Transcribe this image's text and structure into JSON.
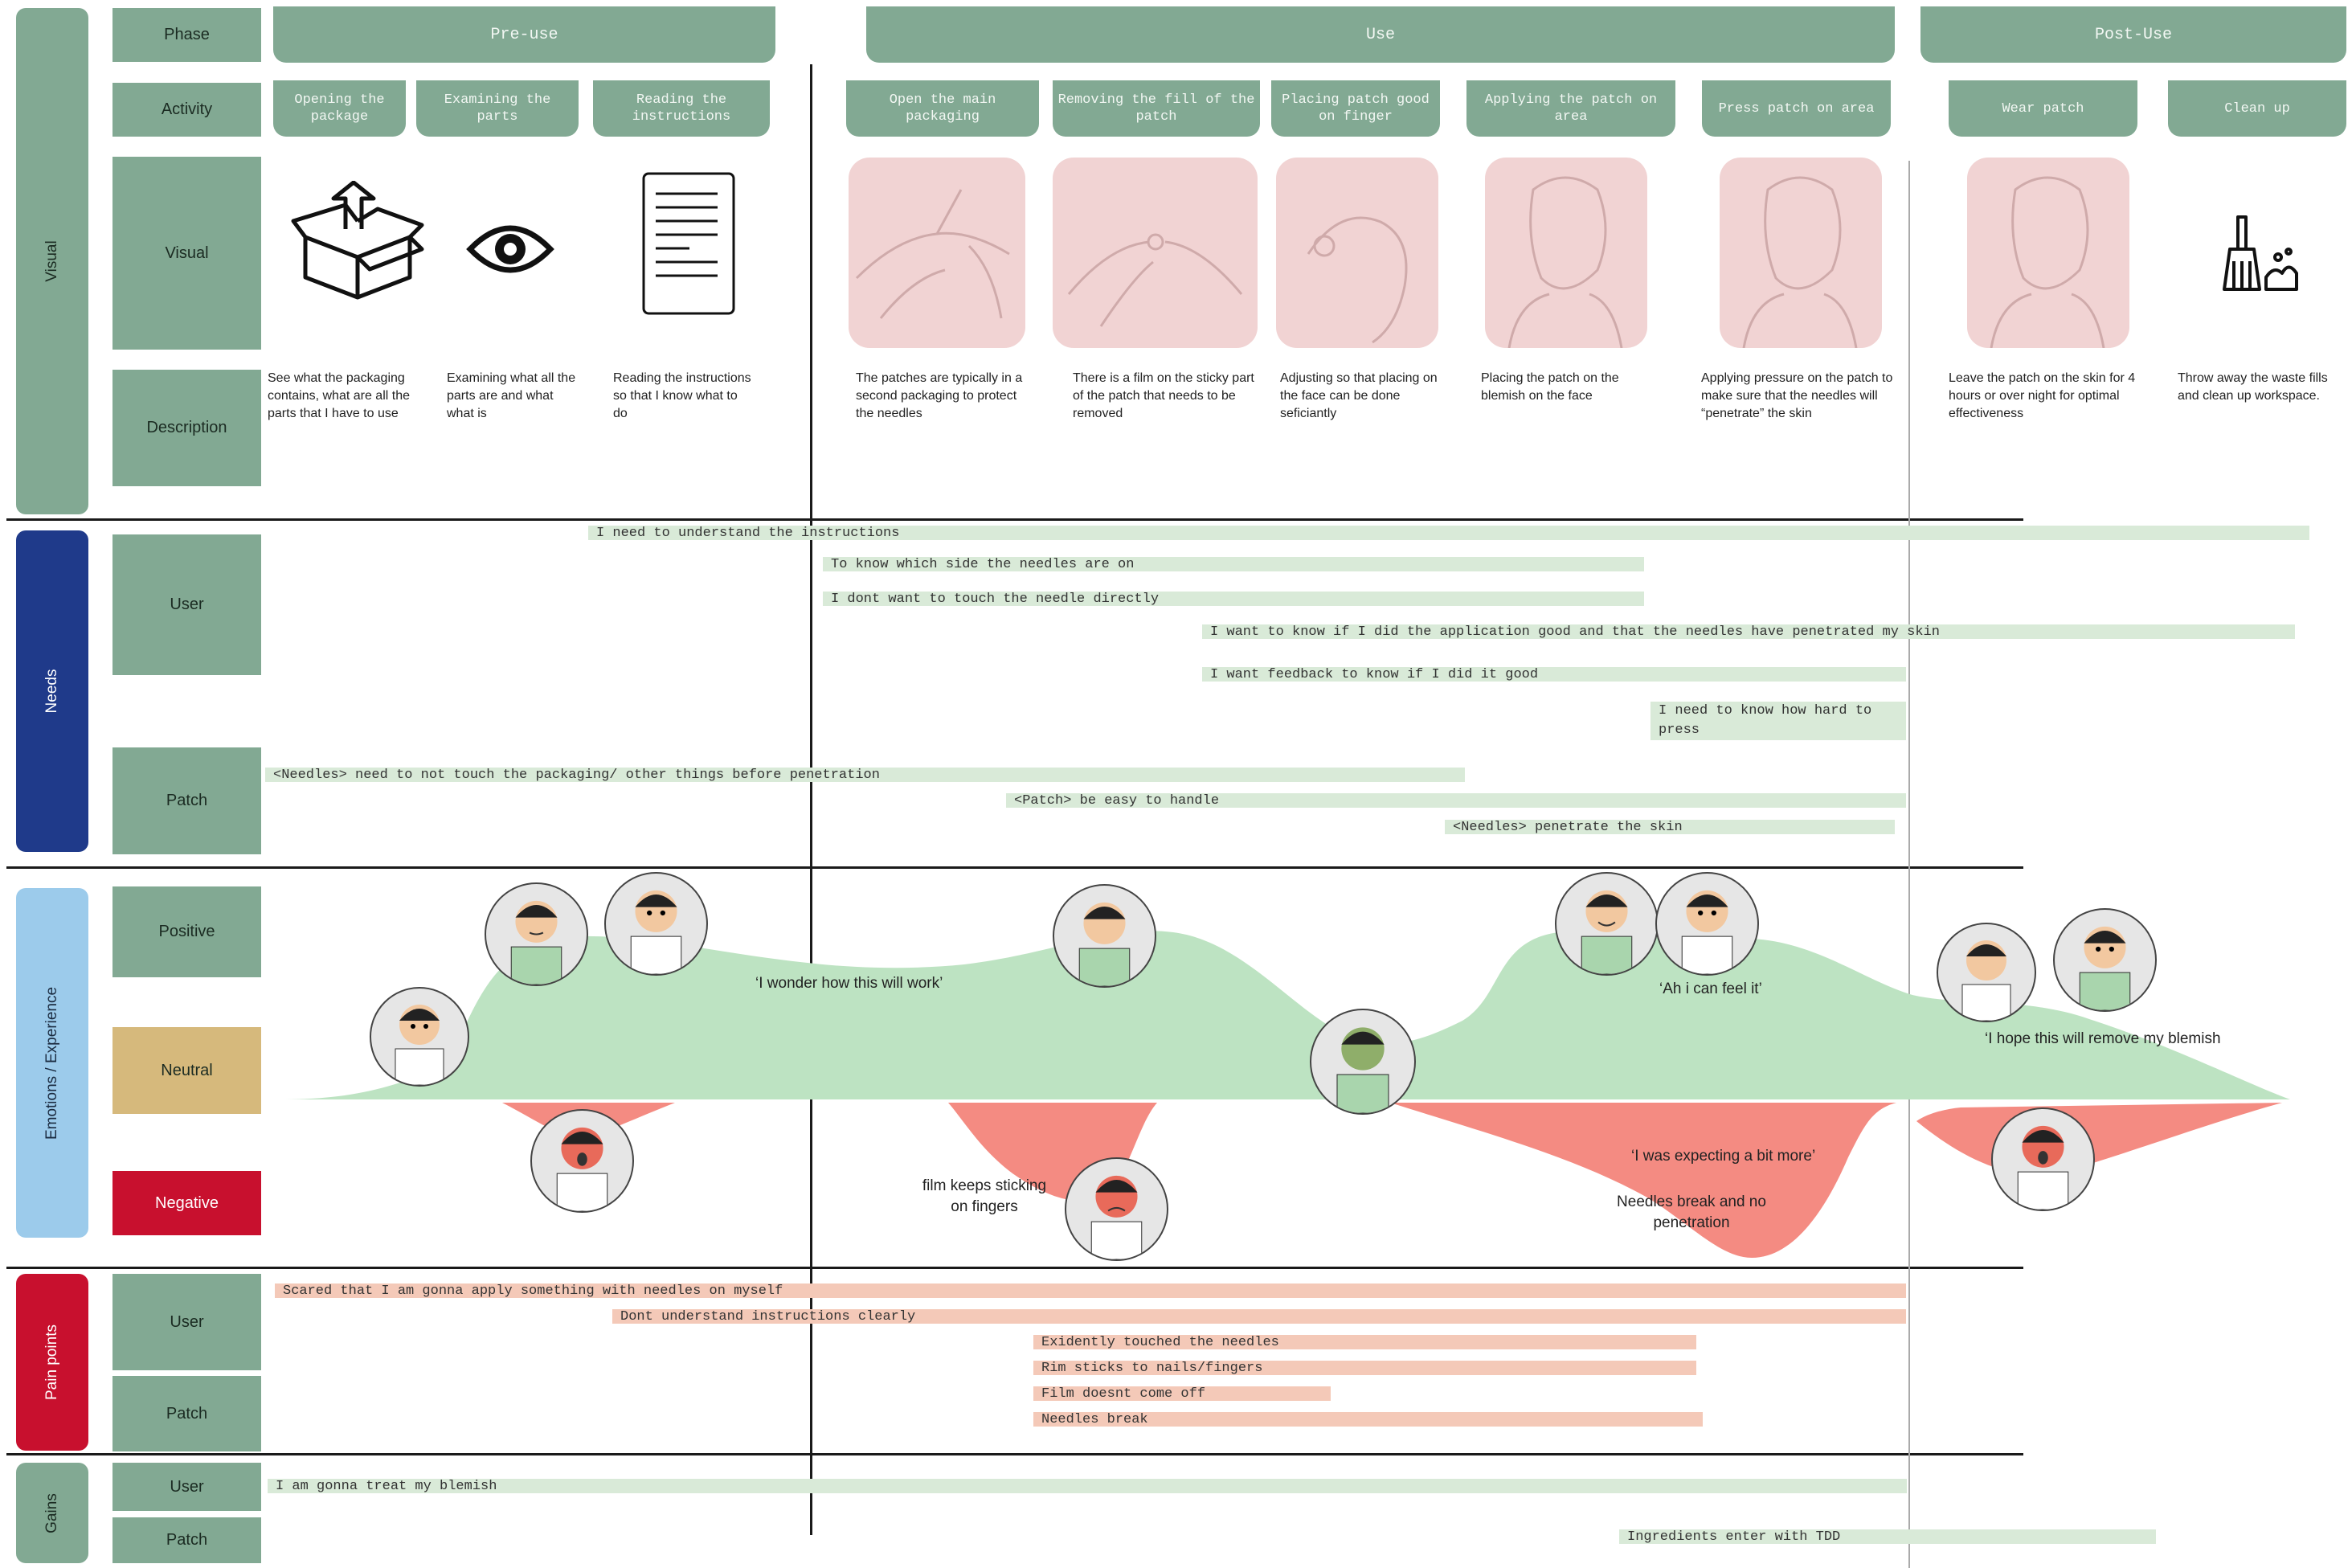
{
  "sections": {
    "visual": "Visual",
    "needs": "Needs",
    "emotions": "Emotions / Experience",
    "pain_points": "Pain points",
    "gains": "Gains"
  },
  "row_labels": {
    "phase": "Phase",
    "activity": "Activity",
    "visual": "Visual",
    "description": "Description",
    "needs_user": "User",
    "needs_patch": "Patch",
    "positive": "Positive",
    "neutral": "Neutral",
    "negative": "Negative",
    "pain_user": "User",
    "pain_patch": "Patch",
    "gains_user": "User",
    "gains_patch": "Patch"
  },
  "phases": [
    "Pre-use",
    "Use",
    "Post-Use"
  ],
  "activities": [
    "Opening the package",
    "Examining the parts",
    "Reading the instructions",
    "Open the main packaging",
    "Removing the fill of the patch",
    "Placing patch good on finger",
    "Applying the patch on area",
    "Press patch on area",
    "Wear patch",
    "Clean up"
  ],
  "descriptions": [
    "See what the packaging contains, what are all the parts that I have to use",
    "Examining what all the parts are and what what is",
    "Reading the instructions so that I know what to do",
    "The patches are typically in a second packaging to protect the needles",
    "There is a film on the sticky part of the patch that needs to be removed",
    "Adjusting so that placing on the face can be done seficiantly",
    "Placing the patch on the blemish on the face",
    "Applying pressure on the patch to make sure that the needles will “penetrate” the skin",
    "Leave the patch on the skin for 4 hours or over night for optimal effectiveness",
    "Throw away the waste fills and clean up workspace."
  ],
  "needs_user": [
    "I need to understand the instructions",
    "To know which side the needles are on",
    "I dont want to touch the needle directly",
    "I want to know if I did the application good and that the needles have penetrated my skin",
    "I want feedback to know if I did it good",
    "I need to know how hard to press"
  ],
  "needs_patch": [
    "<Needles> need to not touch the packaging/ other things before penetration",
    "<Patch> be easy to handle",
    "<Needles> penetrate the skin"
  ],
  "emotion_quotes": [
    "‘I wonder how this will work’",
    "‘Ah i can feel it’",
    "‘I hope this will remove my blemish",
    "film keeps sticking on fingers",
    "‘I was expecting a bit more’",
    "Needles break and no penetration"
  ],
  "pain_user": [
    "Scared that I am gonna apply something with needles on myself",
    "Dont understand instructions clearly"
  ],
  "pain_patch": [
    "Exidently touched the needles",
    "Rim sticks to nails/fingers",
    "Film doesnt come off",
    "Needles break"
  ],
  "gains_user": [
    "I am gonna treat my blemish"
  ],
  "gains_patch": [
    "Ingredients enter with TDD"
  ],
  "colors": {
    "sage": "#82a993",
    "needs_bar": "#d9ead8",
    "pain_bar": "#f4c9b8",
    "positive_area": "#bde3c2",
    "negative_area": "#f48b82",
    "neutral_label": "#d6b97c",
    "negative_label": "#c8102e",
    "visual_section": "#82a993",
    "needs_section": "#1f3a8a",
    "emotions_section": "#9ccbeb",
    "pain_section": "#c8102e",
    "gains_section": "#82a993"
  },
  "icons": [
    "open-box-icon",
    "eye-icon",
    "document-icon",
    "broom-icon"
  ]
}
